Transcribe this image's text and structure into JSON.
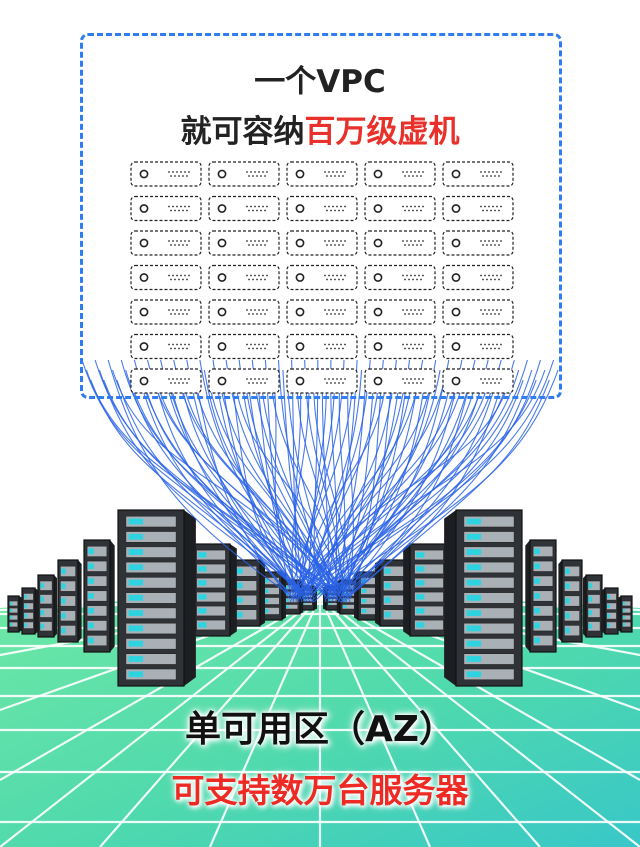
{
  "vpc": {
    "line1": "一个VPC",
    "line2_prefix": "就可容纳",
    "line2_highlight": "百万级虚机"
  },
  "az": {
    "title": "单可用区（AZ）",
    "subtitle": "可支持数万台服务器"
  },
  "colors": {
    "vpc_border": "#2f7df0",
    "connection_lines": "#2a63e6",
    "highlight_red": "#e8312b",
    "floor_green": "#5ee3a4",
    "floor_teal": "#3fc9c1",
    "rack_dark": "#2f3236",
    "rack_led": "#2fd3e0"
  },
  "vm_grid": {
    "rows": 7,
    "columns": 5
  }
}
